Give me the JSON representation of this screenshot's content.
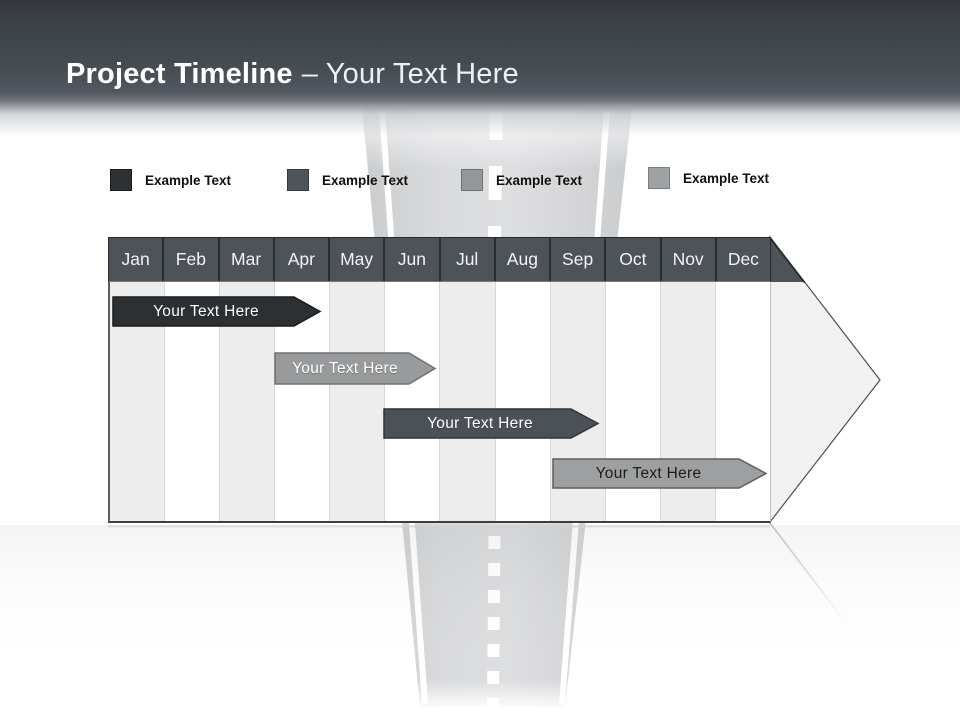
{
  "title": {
    "bold": "Project Timeline",
    "light": "– Your Text Here"
  },
  "legend": {
    "items": [
      {
        "label": "Example Text",
        "swatch_color": "#2e3133",
        "swatch_border": "#1b1d1f"
      },
      {
        "label": "Example Text",
        "swatch_color": "#4d545a",
        "swatch_border": "#34393e"
      },
      {
        "label": "Example Text",
        "swatch_color": "#95989a",
        "swatch_border": "#6e7072"
      },
      {
        "label": "Example Text",
        "swatch_color": "#9fa2a4",
        "swatch_border": "#7b7d7f"
      }
    ]
  },
  "timeline": {
    "months": [
      "Jan",
      "Feb",
      "Mar",
      "Apr",
      "May",
      "Jun",
      "Jul",
      "Aug",
      "Sep",
      "Oct",
      "Nov",
      "Dec"
    ],
    "bars": [
      {
        "label": "Your  Text Here",
        "start": "Jan",
        "end": "Apr",
        "fill": "#2d3033",
        "stroke": "#1b1d1f",
        "text_color": "#ffffff"
      },
      {
        "label": "Your  Text Here",
        "start": "Apr",
        "end": "Jun",
        "fill": "#989a9c",
        "stroke": "#6f7173",
        "text_color": "#ffffff"
      },
      {
        "label": "Your  Text Here",
        "start": "Jun",
        "end": "Sep",
        "fill": "#4b5157",
        "stroke": "#2f3438",
        "text_color": "#ffffff"
      },
      {
        "label": "Your  Text Here",
        "start": "Sep",
        "end": "Dec",
        "fill": "#9d9fa1",
        "stroke": "#5c5e60",
        "text_color": "#1c1c1c"
      }
    ]
  },
  "colors": {
    "header_top": "#34383d",
    "header_bottom": "#515860",
    "table_header": "#4d5359",
    "column_stripe": "#ededee",
    "road": "#d5d6d8",
    "road_line": "#ffffff",
    "arrowhead": "#f1f1f2"
  }
}
